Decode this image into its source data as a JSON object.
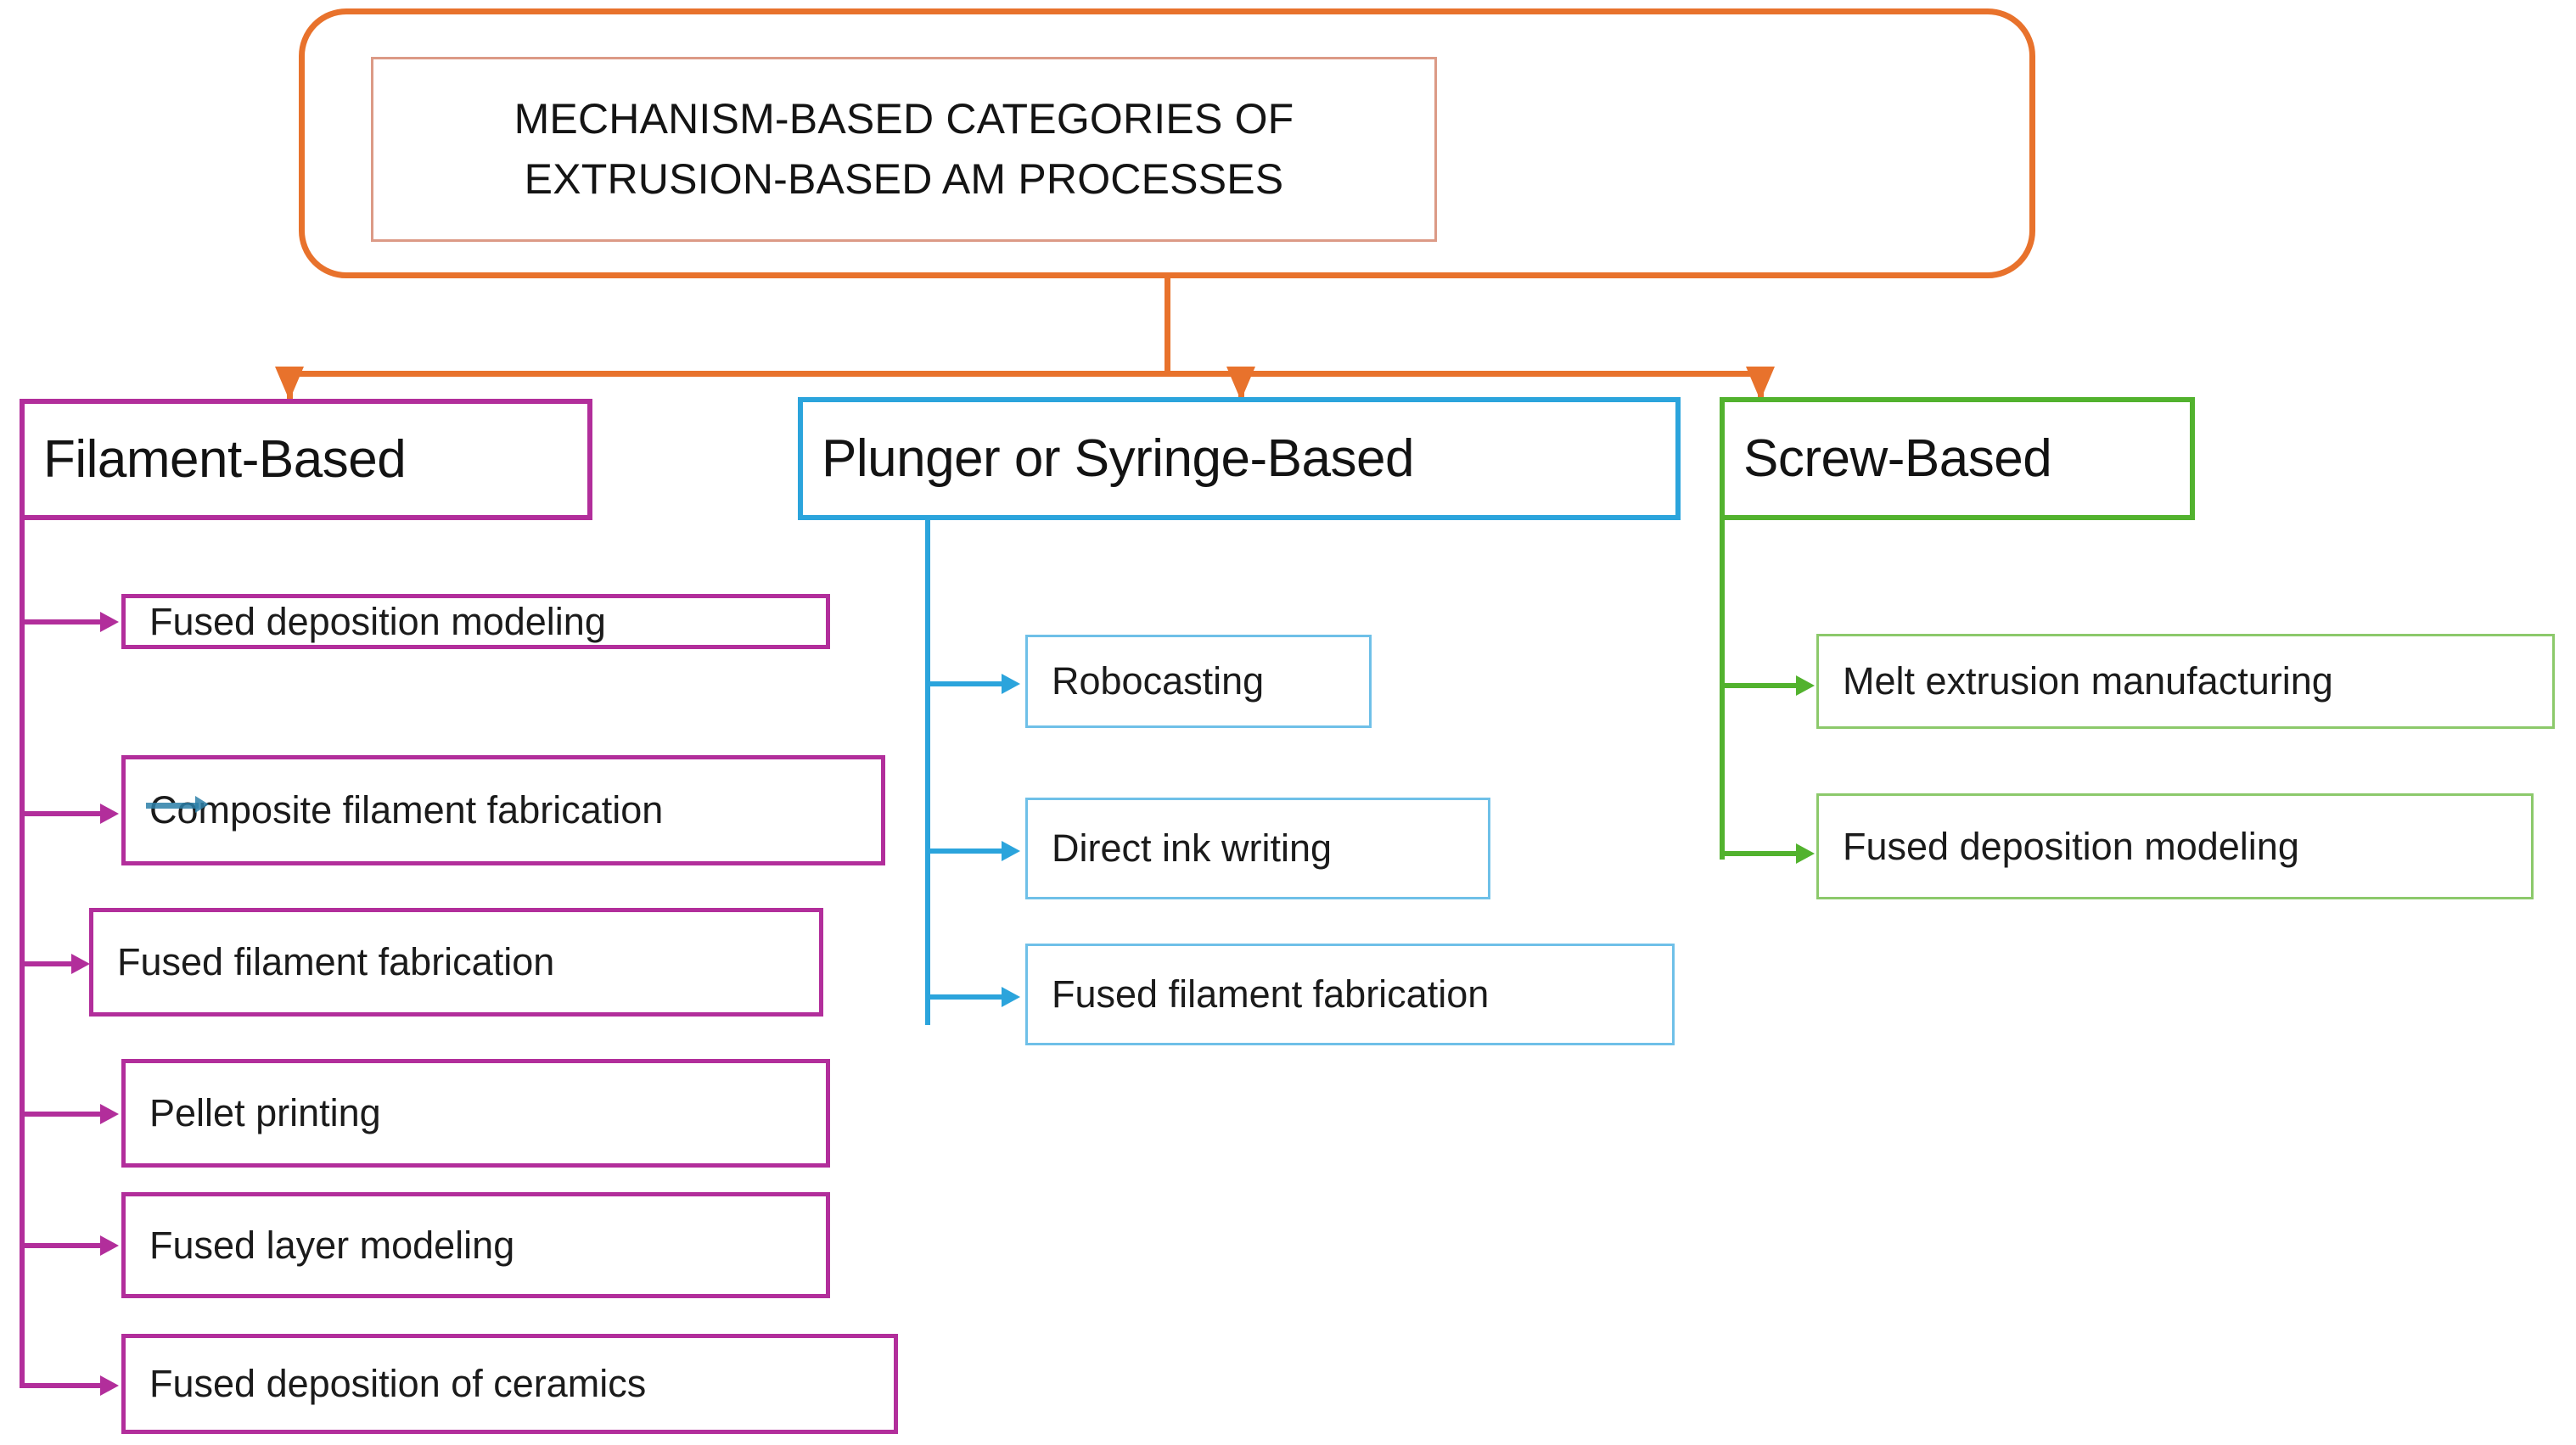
{
  "diagram": {
    "title": "MECHANISM-BASED CATEGORIES OF\nEXTRUSION-BASED AM PROCESSES",
    "colors": {
      "root": "#E8722C",
      "root_inner": "#DC9A86",
      "filament": "#B22E9B",
      "plunger": "#2BA4DC",
      "plunger_leaf": "#6FC0E8",
      "screw": "#52B22E",
      "screw_leaf": "#8CC96B",
      "text": "#131313",
      "background": "#FFFFFF"
    },
    "categories": [
      {
        "label": "Filament-Based",
        "accent": "#B22E9B",
        "children": [
          "Fused deposition modeling",
          "Composite filament fabrication",
          "Fused filament fabrication",
          "Pellet printing",
          "Fused layer modeling",
          "Fused deposition of ceramics"
        ]
      },
      {
        "label": "Plunger or Syringe-Based",
        "accent": "#2BA4DC",
        "children": [
          "Robocasting",
          "Direct ink writing",
          "Fused filament fabrication"
        ]
      },
      {
        "label": "Screw-Based",
        "accent": "#52B22E",
        "children": [
          "Melt extrusion manufacturing",
          "Fused deposition modeling"
        ]
      }
    ]
  }
}
